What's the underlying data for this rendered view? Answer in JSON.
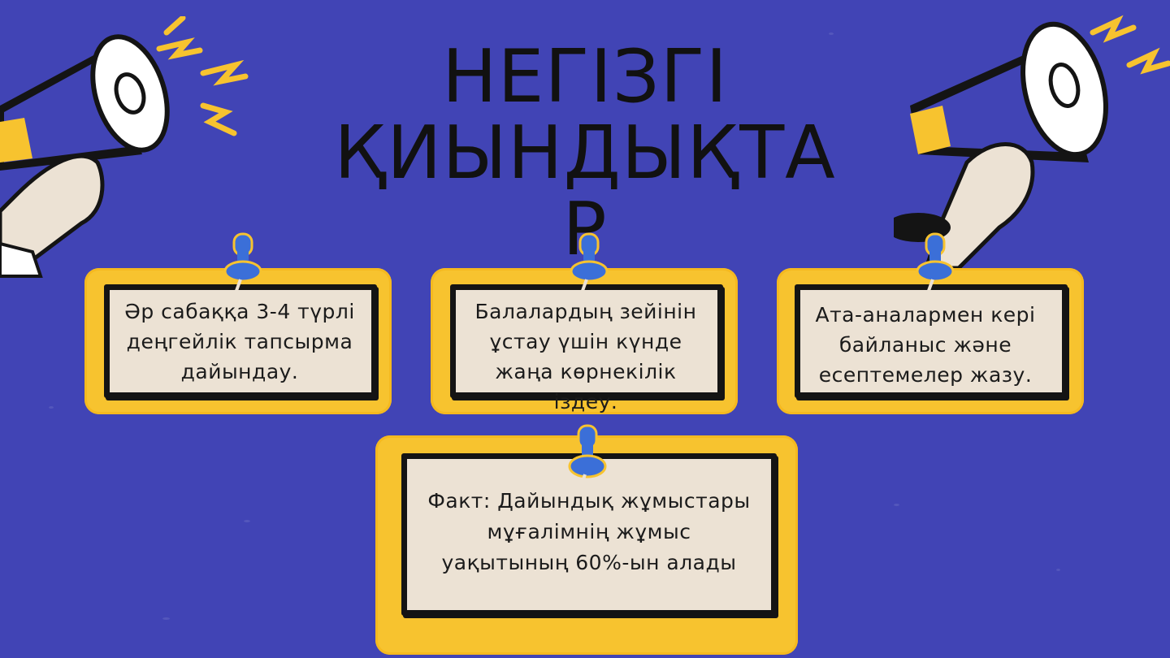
{
  "slide": {
    "title_line1": "НЕГІЗГІ",
    "title_line2": "ҚИЫНДЫҚТА",
    "title_line3": "Р"
  },
  "cards": [
    {
      "text_lines": [
        "Әр сабаққа 3-4 түрлі",
        "деңгейлік тапсырма",
        "дайындау."
      ]
    },
    {
      "text_lines": [
        "Балалардың зейінін",
        "ұстау үшін күнде",
        "жаңа көрнекілік",
        "іздеу."
      ]
    },
    {
      "text_lines": [
        "Ата-аналармен кері",
        "байланыс және",
        "есептемелер жазу."
      ]
    },
    {
      "text_lines": [
        "Факт: Дайындық жұмыстары",
        "мұғалімнің жұмыс",
        "уақытының 60%-ын алады"
      ]
    }
  ],
  "icons": {
    "left": "megaphone-hand-icon",
    "right": "megaphone-hand-icon",
    "pin": "pushpin-icon",
    "bolt": "lightning-icon"
  },
  "colors": {
    "background": "#4144b5",
    "card_frame": "#f7c32f",
    "card_fill": "#ece2d4",
    "pin": "#3b6fd8",
    "bolt": "#f7c32f"
  }
}
